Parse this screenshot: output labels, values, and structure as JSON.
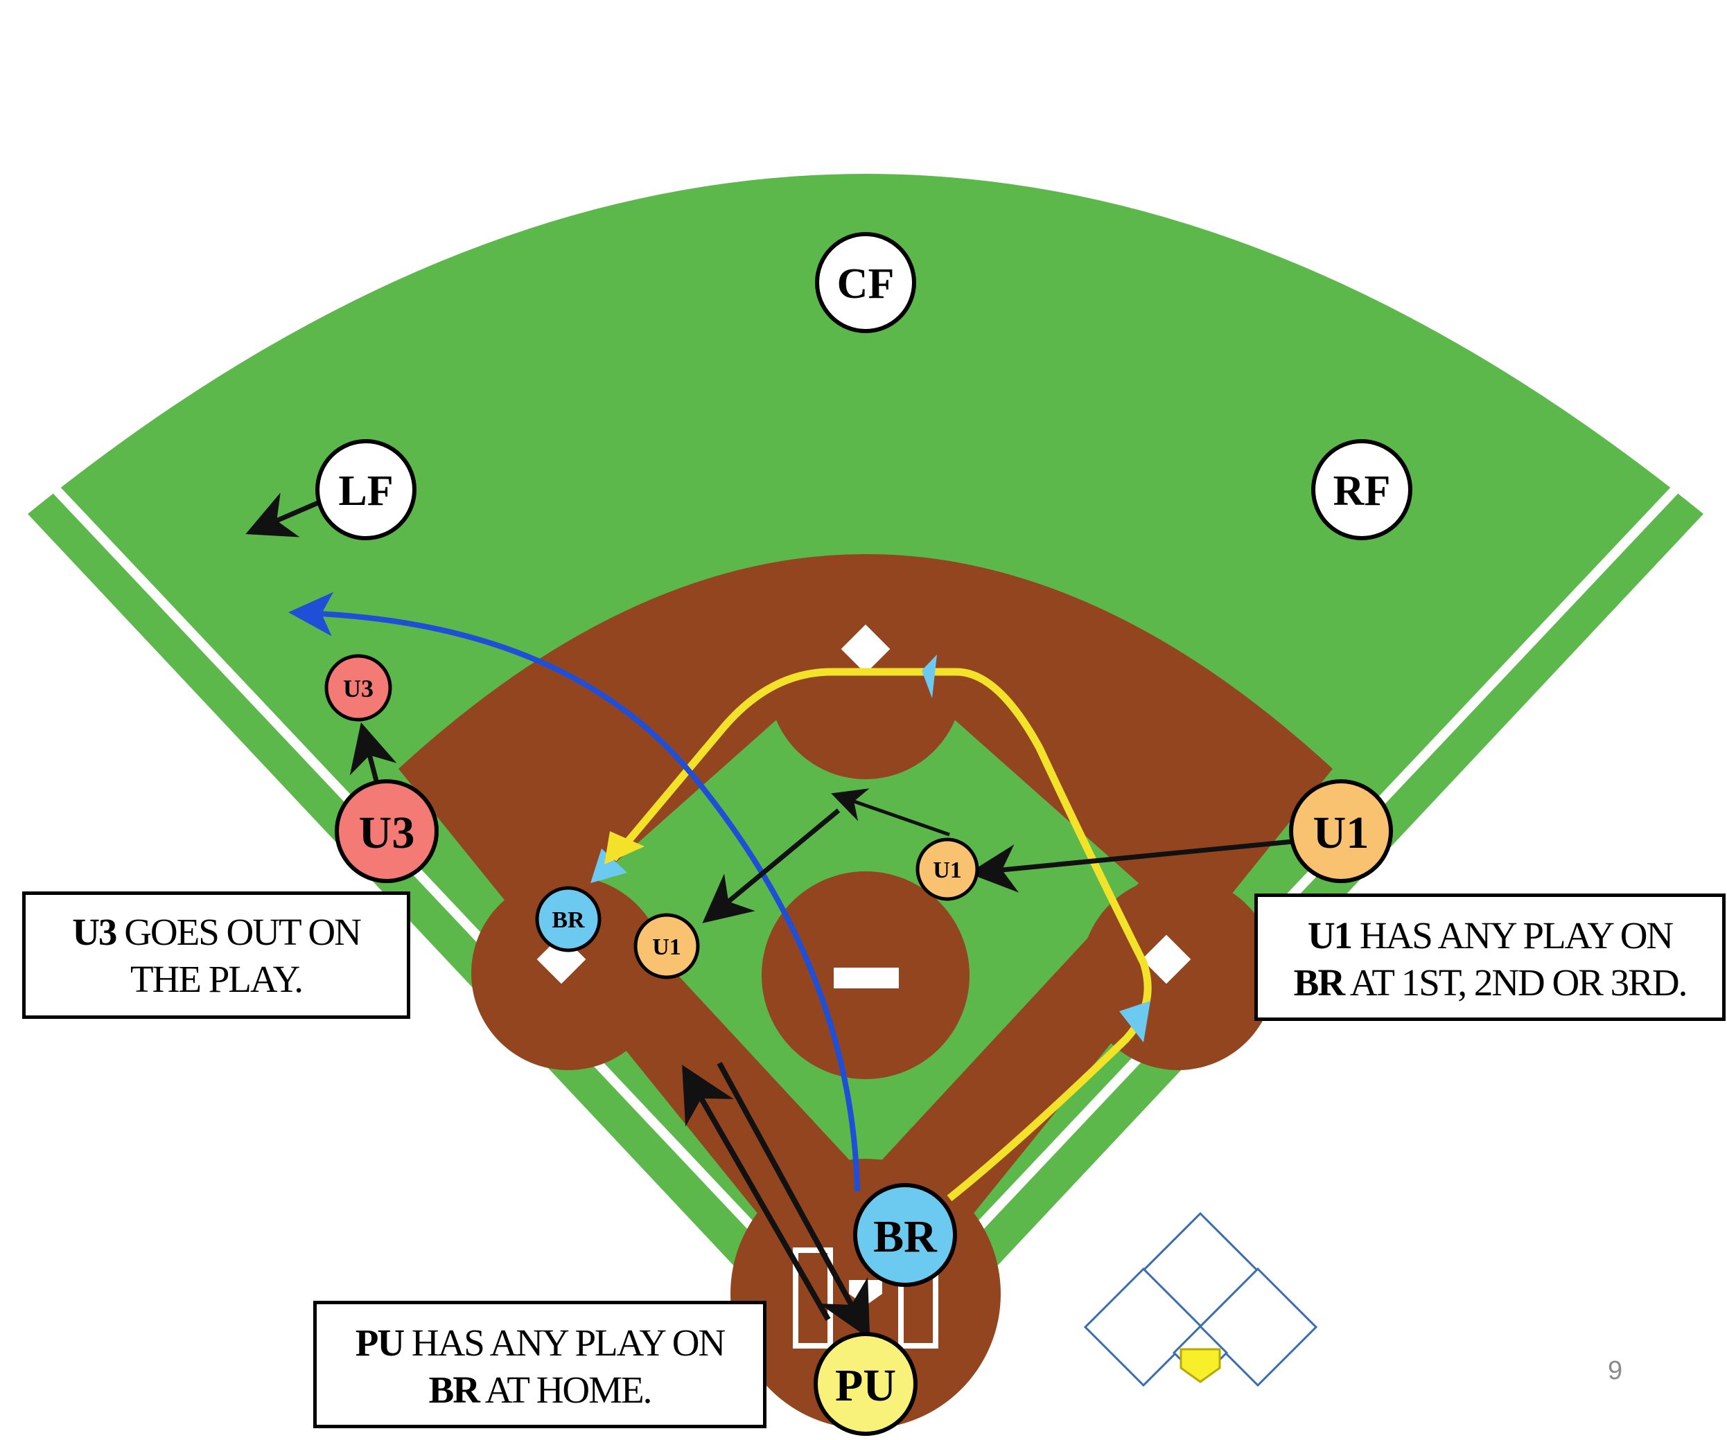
{
  "fielders": {
    "cf": "CF",
    "lf": "LF",
    "rf": "RF"
  },
  "umpires": {
    "u3": "U3",
    "u1": "U1",
    "pu": "PU",
    "u3_moved": "U3",
    "u1_moved_a": "U1",
    "u1_moved_b": "U1"
  },
  "runner": {
    "br": "BR",
    "br_moved": "BR"
  },
  "notes": {
    "left": {
      "bold": "U3",
      "text": " GOES OUT ON",
      "line2": "THE PLAY."
    },
    "right": {
      "bold": "U1",
      "text": " HAS ANY PLAY ON",
      "line2_bold": "BR",
      "line2_text": " AT 1ST, 2ND OR 3RD."
    },
    "bottom": {
      "bold": "PU",
      "text": " HAS ANY PLAY ON",
      "line2_bold": "BR",
      "line2_text": " AT HOME."
    }
  },
  "page_number": "9",
  "colors": {
    "grass": "#5cb84a",
    "dirt": "#93451f",
    "u3": "#f47a76",
    "u1": "#f9c271",
    "br": "#6ccaf0",
    "pu": "#f8f17a",
    "runner_path": "#f2e22a",
    "lf_route": "#1e4fd6"
  }
}
